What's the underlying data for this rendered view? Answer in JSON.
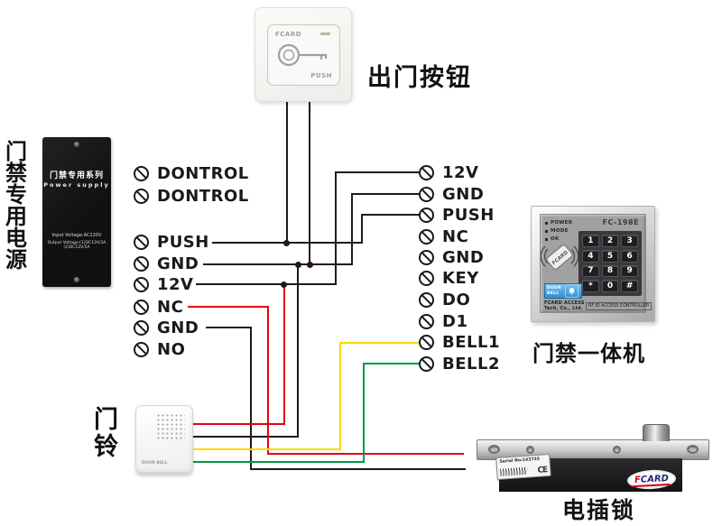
{
  "labels": {
    "exit_button": "出门按钮",
    "power_side": "门禁专用电源",
    "keypad": "门禁一体机",
    "doorbell": "门铃",
    "lock": "电插锁"
  },
  "exit_button": {
    "brand": "FCARD",
    "action": "PUSH"
  },
  "power_supply": {
    "series": "门禁专用系列",
    "name": "Power supply",
    "input": "Input Voltage:AC220V",
    "output": "Output Voltage:(1)DC12V/3A (2)DC12V/5A"
  },
  "terminals_left": [
    "DONTROL",
    "DONTROL",
    "PUSH",
    "GND",
    "12V",
    "NC",
    "GND",
    "NO"
  ],
  "terminals_right": [
    "12V",
    "GND",
    "PUSH",
    "NC",
    "GND",
    "KEY",
    "DO",
    "D1",
    "BELL1",
    "BELL2"
  ],
  "keypad": {
    "model": "FC-198E",
    "leds": [
      "POWER",
      "MODE",
      "OK"
    ],
    "keys": [
      "1",
      "2",
      "3",
      "4",
      "5",
      "6",
      "7",
      "8",
      "9",
      "*",
      "0",
      "#"
    ],
    "card_brand": "FCARD",
    "bell_button": "DOOR BELL",
    "brand_line1": "FCARD ACCESS",
    "brand_line2": "Tech. Co., Ltd.",
    "controller": "RF ID ACCESS CONTROLLER"
  },
  "doorbell": {
    "label": "DOOR BELL"
  },
  "lock": {
    "serial": "Serial No:143725",
    "ce": "CE",
    "brand_f": "F",
    "brand_rest": "CARD"
  },
  "colors": {
    "wire_black": "#231815",
    "wire_red": "#e60012",
    "wire_yellow": "#ffd800",
    "wire_green": "#009a44",
    "bell_button_blue": "#3b9fe0"
  }
}
